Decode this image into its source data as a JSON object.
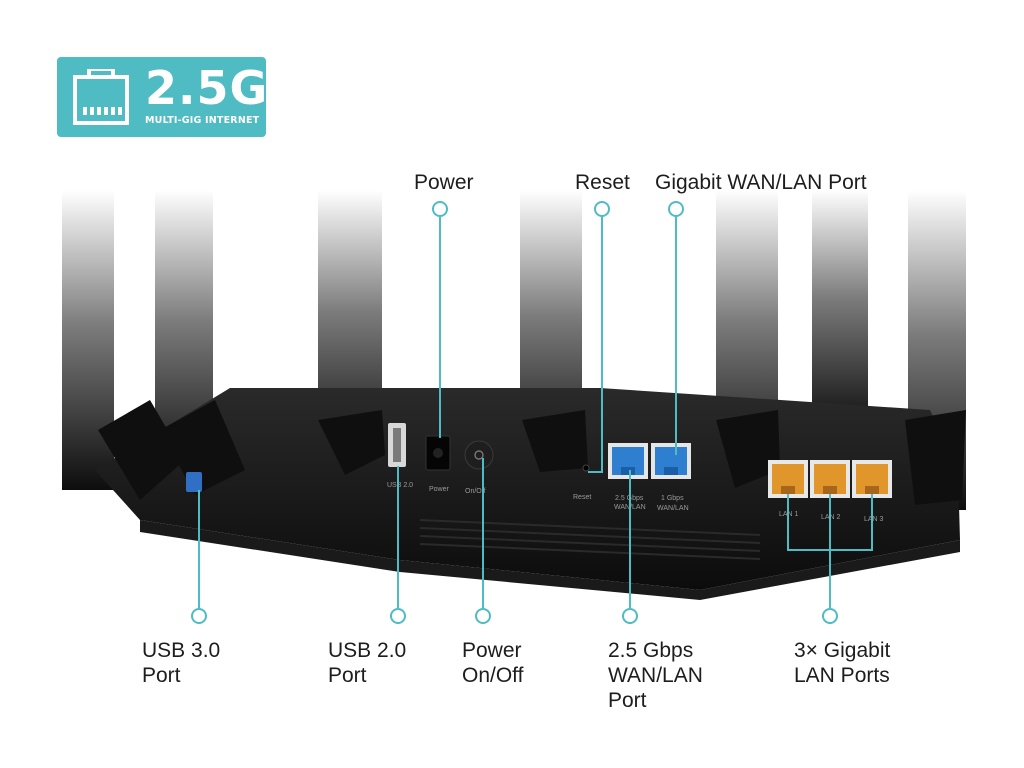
{
  "badge": {
    "speed": "2.5G",
    "subtitle": "MULTI-GIG INTERNET",
    "icon": "ethernet-port-icon",
    "color": "#4fbcc3"
  },
  "callouts": {
    "power": "Power",
    "reset": "Reset",
    "gigabit_wan_lan_port": "Gigabit WAN/LAN Port",
    "usb30_port": "USB 3.0\nPort",
    "usb20_port": "USB 2.0\nPort",
    "power_onoff": "Power\nOn/Off",
    "wan25_port": "2.5 Gbps\nWAN/LAN\nPort",
    "lan_ports": "3× Gigabit\nLAN Ports"
  },
  "device_labels": {
    "usb20": "USB 2.0",
    "power": "Power",
    "onoff": "On/Off",
    "reset": "Reset",
    "wan25_line1": "2.5 Gbps",
    "wan25_line2": "WAN/LAN",
    "wan1_line1": "1 Gbps",
    "wan1_line2": "WAN/LAN",
    "lan1": "LAN 1",
    "lan2": "LAN 2",
    "lan3": "LAN 3"
  },
  "colors": {
    "accent": "#4fbcc3",
    "router_body": "#141414",
    "wan_ports": "#2f7fd0",
    "lan_ports": "#e0962a"
  }
}
